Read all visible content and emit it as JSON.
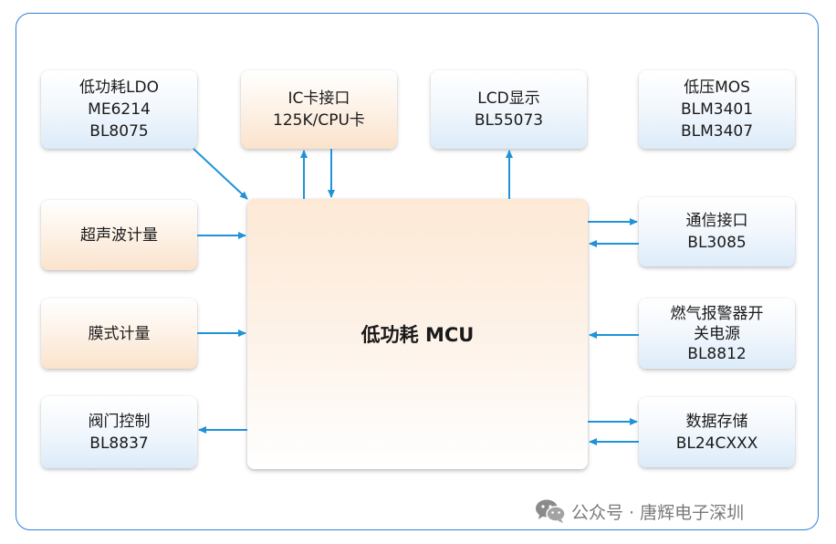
{
  "mcu": {
    "label": "低功耗 MCU"
  },
  "boxes": {
    "ldo": {
      "lines": [
        "低功耗LDO",
        "ME6214",
        "BL8075"
      ]
    },
    "ic_card": {
      "lines": [
        "IC卡接口",
        "125K/CPU卡"
      ]
    },
    "lcd": {
      "lines": [
        "LCD显示",
        "BL55073"
      ]
    },
    "mos": {
      "lines": [
        "低压MOS",
        "BLM3401",
        "BLM3407"
      ]
    },
    "ultrasonic": {
      "lines": [
        "超声波计量"
      ]
    },
    "diaphragm": {
      "lines": [
        "膜式计量"
      ]
    },
    "valve": {
      "lines": [
        "阀门控制",
        "BL8837"
      ]
    },
    "comm": {
      "lines": [
        "通信接口",
        "BL3085"
      ]
    },
    "gas_alarm": {
      "lines": [
        "燃气报警器开",
        "关电源",
        "BL8812"
      ]
    },
    "storage": {
      "lines": [
        "数据存储",
        "BL24CXXX"
      ]
    }
  },
  "watermark": {
    "text": "公众号 · 唐辉电子深圳"
  },
  "colors": {
    "frame": "#2f7fd8",
    "arrow": "#1f93d8",
    "blue_box": "#dcebf9",
    "orange_box": "#fbe3cc"
  }
}
